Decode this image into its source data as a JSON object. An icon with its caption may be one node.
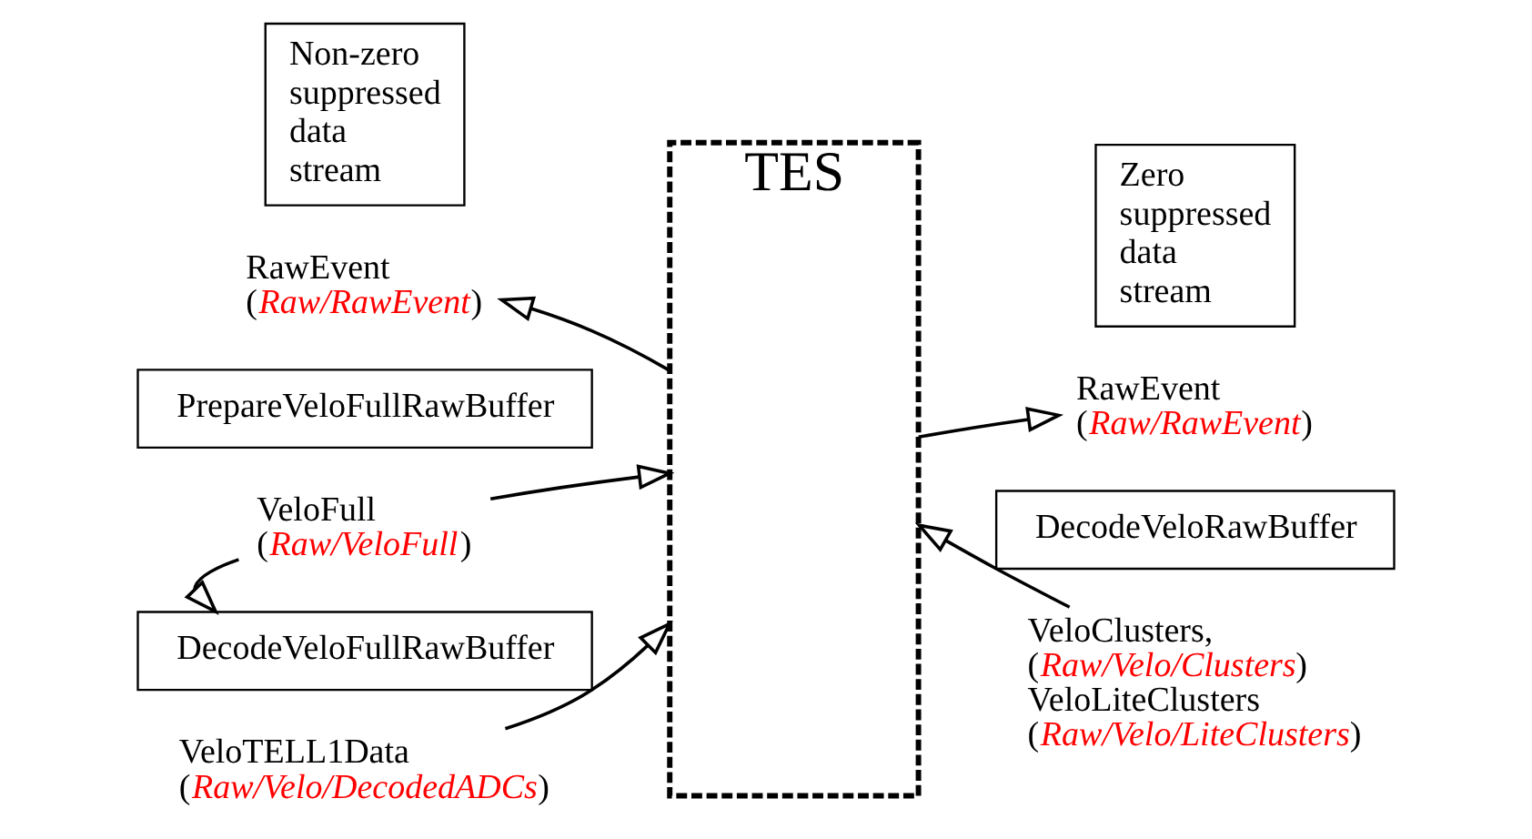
{
  "diagram": {
    "nodes": [
      {
        "text": [
          "Non-zero suppressed data stream"
        ]
      },
      {
        "text": [
          "Zero suppressed data stream"
        ]
      },
      {
        "text": [
          "TES"
        ]
      },
      {
        "text": [
          "RawEvent",
          "(*Raw/RawEvent*)"
        ]
      },
      {
        "text": [
          "RawEvent",
          "(*Raw/RawEvent*)"
        ]
      },
      {
        "text": [
          "PrepareVeloFullRawBuffer"
        ]
      },
      {
        "text": [
          "DecodeVeloRawBuffer"
        ]
      },
      {
        "text": [
          "VeloFull",
          "(*Raw/VeloFull*)"
        ]
      },
      {
        "text": [
          "VeloClusters,",
          "(*Raw/Velo/Clusters*)",
          "VeloLiteClusters",
          "(*Raw/Velo/LiteClusters*)"
        ]
      },
      {
        "text": [
          "DecodeVeloFullRawBuffer"
        ]
      },
      {
        "text": [
          "VeloTELL1Data",
          "(*Raw/Velo/DecodedADCs*)"
        ]
      }
    ],
    "edges": [
      {
        "from": 2,
        "to": 3,
        "arrow": "to"
      },
      {
        "from": 2,
        "to": 4,
        "arrow": "to"
      },
      {
        "from": 7,
        "to": 2,
        "arrow": "to"
      },
      {
        "from": 8,
        "to": 2,
        "arrow": "to"
      },
      {
        "from": 7,
        "to": 9,
        "arrow": "to"
      },
      {
        "from": 10,
        "to": 2,
        "arrow": "to"
      }
    ]
  }
}
